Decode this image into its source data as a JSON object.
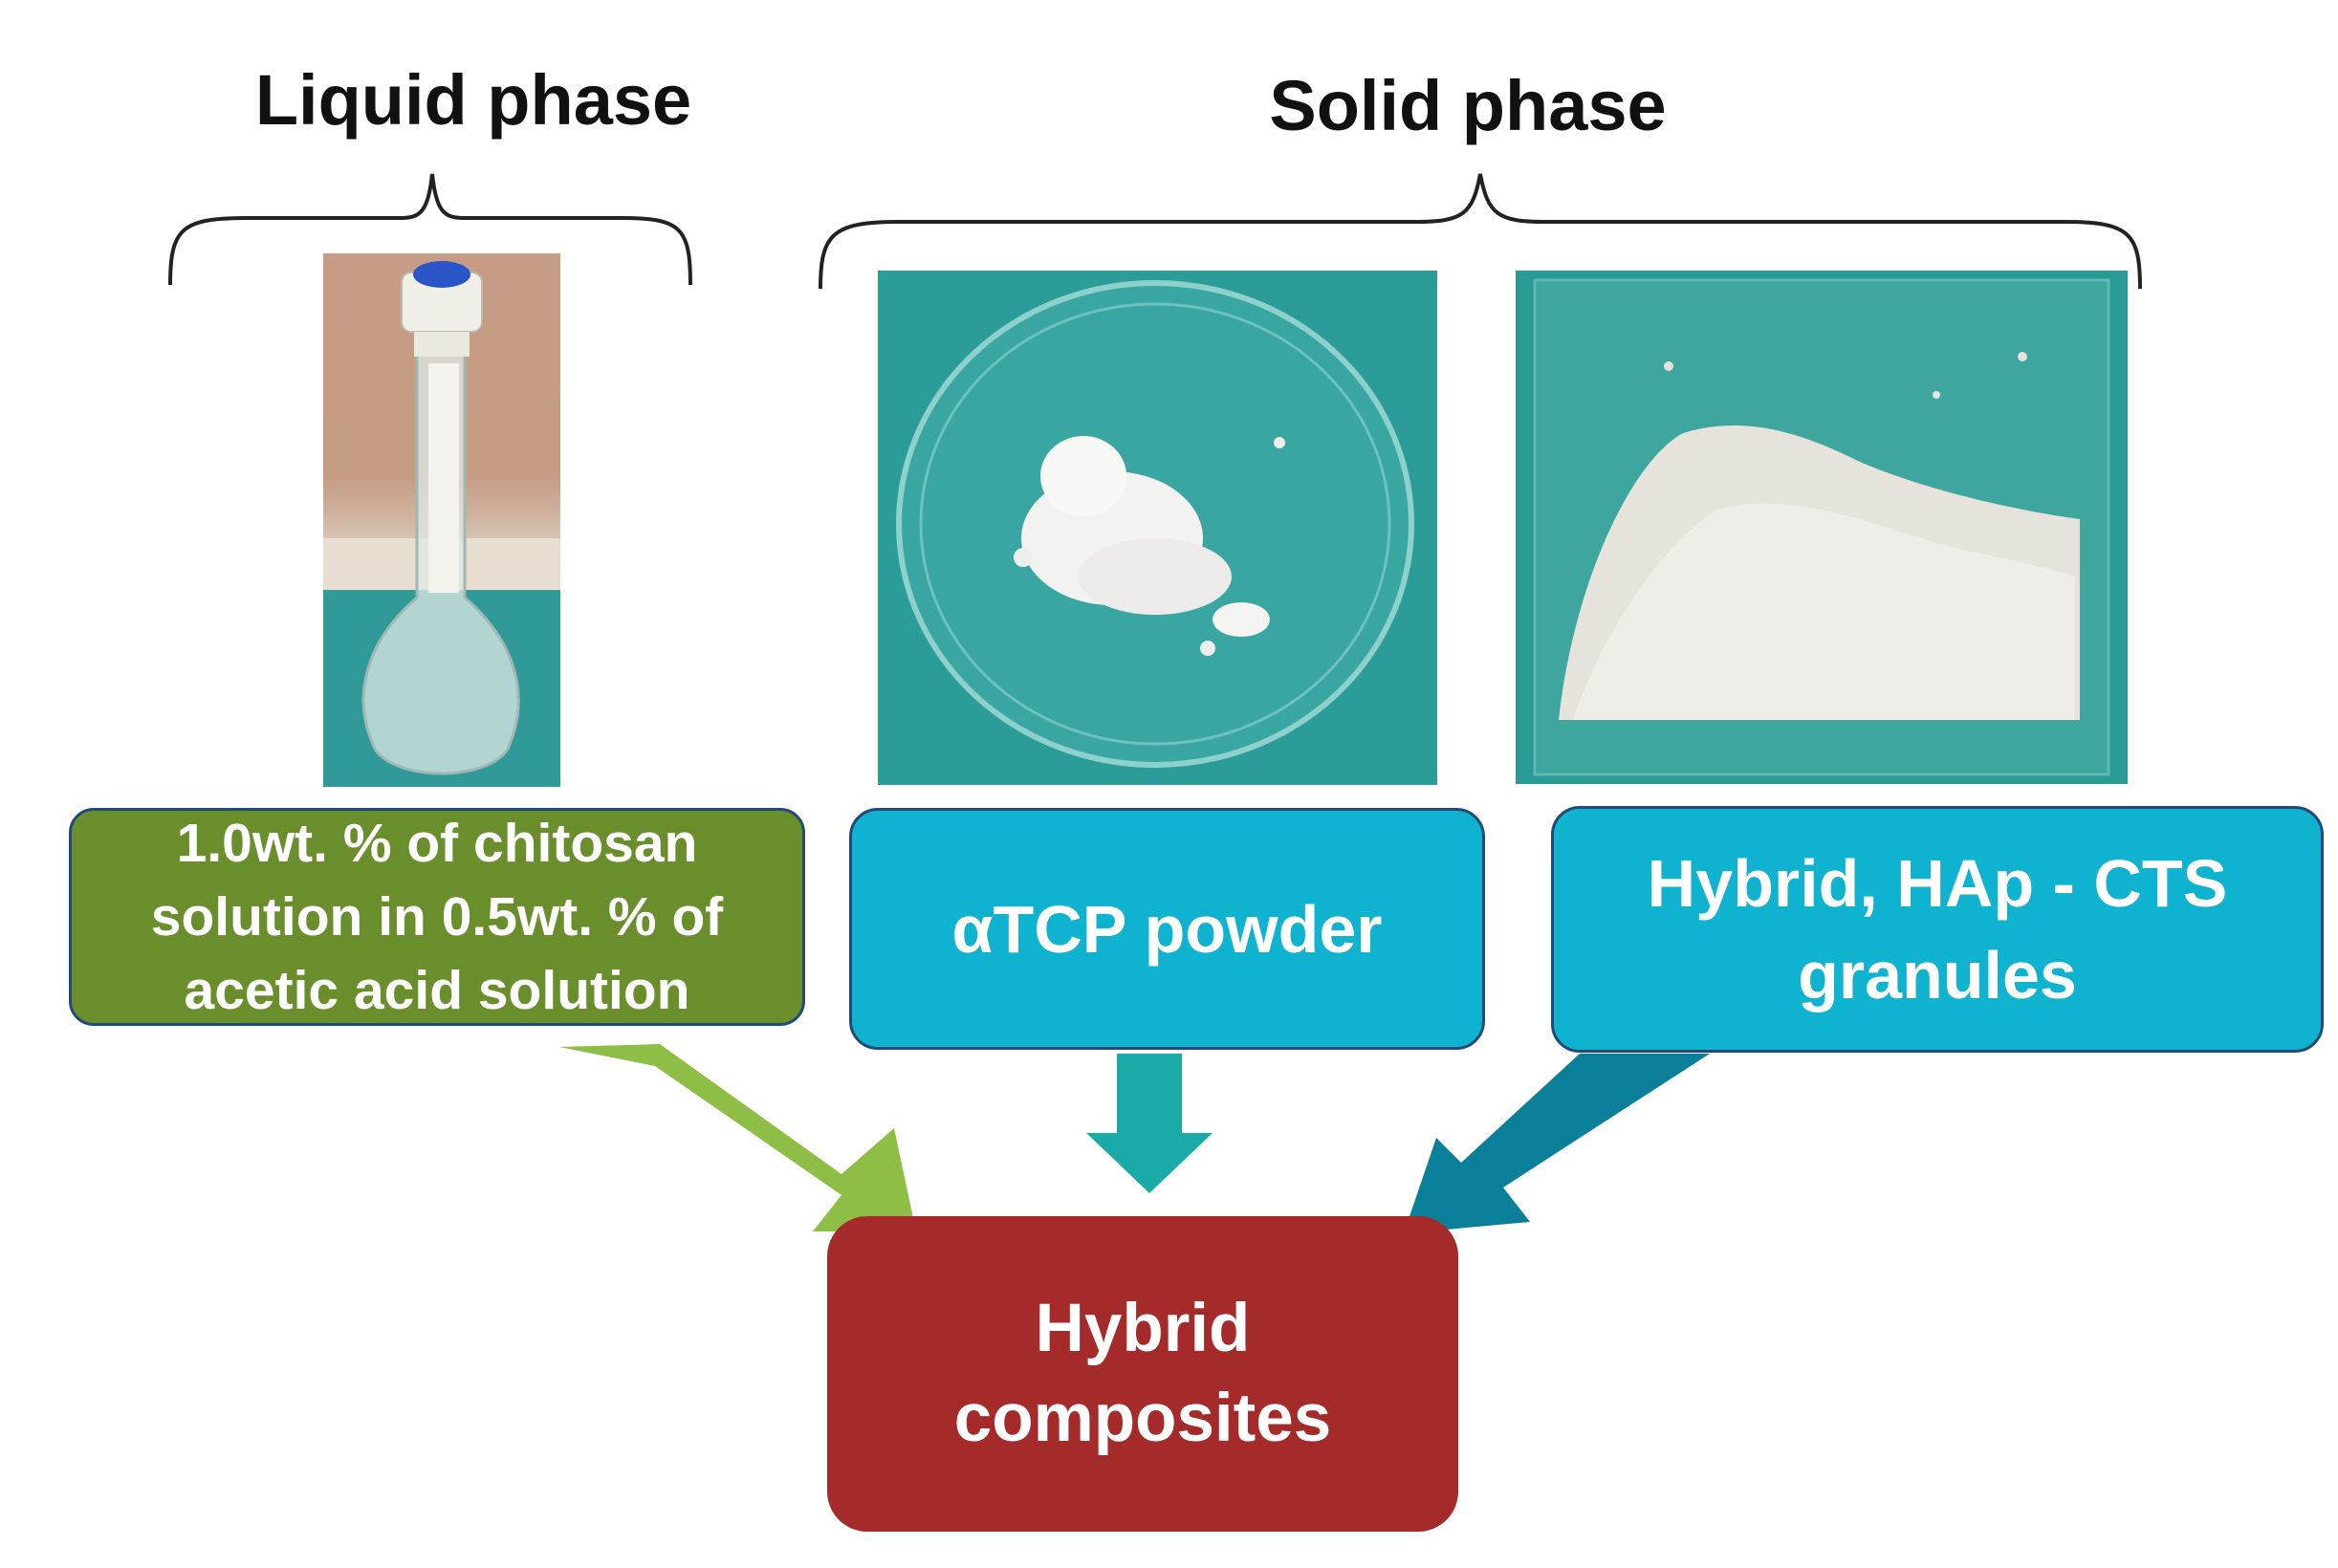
{
  "headings": {
    "liquid": "Liquid phase",
    "solid": "Solid phase"
  },
  "boxes": {
    "chitosan": {
      "lines": [
        "1.0wt. % of chitosan",
        "solution in 0.5wt. % of",
        "acetic acid  solution"
      ],
      "color": "#6b8e2c"
    },
    "atcp": {
      "label": "αTCP powder",
      "color": "#0fb3cf"
    },
    "granules": {
      "lines": [
        "Hybrid, HAp - CTS",
        "granules"
      ],
      "color": "#0fb3cf"
    },
    "result": {
      "lines": [
        "Hybrid",
        "composites"
      ],
      "color": "#a52a2a"
    }
  },
  "photos": {
    "flask": "flask-photo",
    "powder": "petri-dish-powder-photo",
    "granules": "granules-bag-photo"
  },
  "arrows": {
    "liquid_color": "#8fbe47",
    "powder_color": "#1aaba8",
    "granules_color": "#0a7f99"
  }
}
